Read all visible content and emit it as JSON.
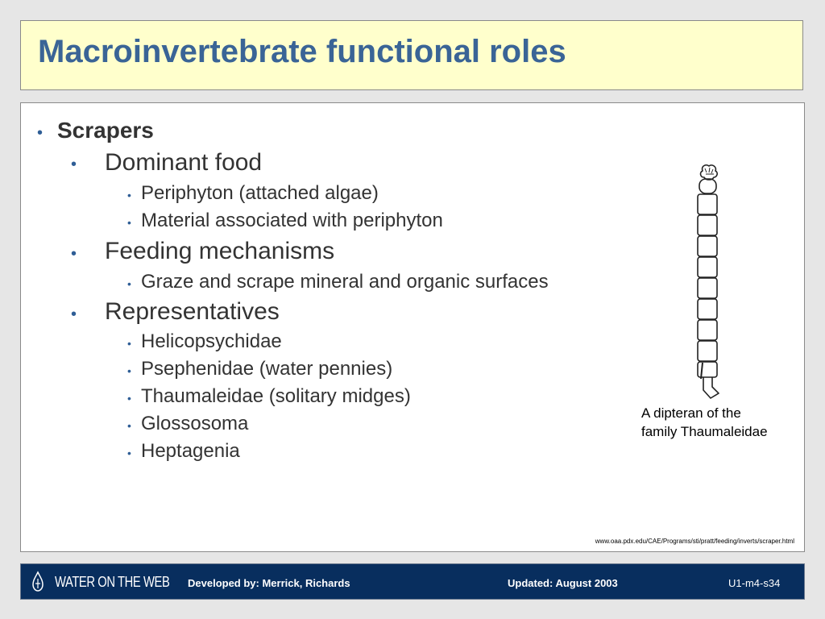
{
  "title": "Macroinvertebrate functional roles",
  "content": {
    "heading": "Scrapers",
    "sections": [
      {
        "label": "Dominant food",
        "items": [
          "Periphyton (attached algae)",
          "Material associated with periphyton"
        ]
      },
      {
        "label": "Feeding mechanisms",
        "items": [
          "Graze and scrape mineral and organic surfaces"
        ]
      },
      {
        "label": "Representatives",
        "items": [
          "Helicopsychidae",
          "Psephenidae (water pennies)",
          "Thaumaleidae (solitary midges)",
          "Glossosoma",
          "Heptagenia"
        ]
      }
    ],
    "caption_line1": "A dipteran of the",
    "caption_line2": "family Thaumaleidae",
    "source_url": "www.oaa.pdx.edu/CAE/Programs/sti/pratt/feeding/inverts/scraper.html"
  },
  "footer": {
    "logo": "WATER ON THE WEB",
    "developed": "Developed by: Merrick, Richards",
    "updated": "Updated: August 2003",
    "slide_id": "U1-m4-s34"
  },
  "colors": {
    "title": "#3a6496",
    "title_bg": "#ffffcc",
    "footer_bg": "#082e5e",
    "bullet": "#2f5e96"
  }
}
